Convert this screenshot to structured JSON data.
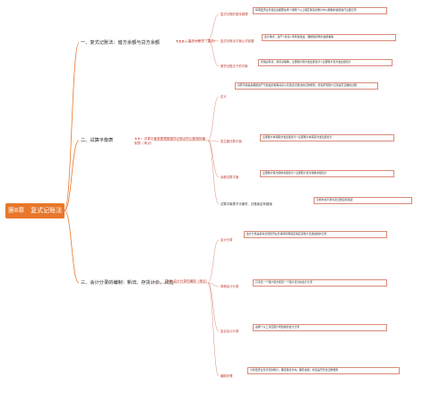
{
  "central": {
    "title": "第8章　复式记账法"
  },
  "sections": [
    {
      "title": "一、复式记账法：借方余额与贷方余额",
      "importance": "★★★☆ 复式记账法（重点）",
      "subs": [
        {
          "label": "复式记账的基本原理",
          "leaf": "每项经济业务发生后都要在两个或两个以上相互联系的账户中以相等的金额进行全面记录"
        },
        {
          "label": "复式记账法平衡公式依据",
          "leaf": "会计等式：资产=负债+所有者权益，确保借贷两方金额相等"
        },
        {
          "label": "借贷记账法下的平衡",
          "leaf": "有借必有贷，借贷必相等；全部账户借方发生额合计=全部账户贷方发生额合计"
        }
      ]
    },
    {
      "title": "二、试算平衡表",
      "importance": "★★☆ 试算平衡表是根据借贷记账法的记账规则编制的（考点）",
      "subs": [
        {
          "label": "定义",
          "leaf": "试算平衡是指根据资产与权益的恒等关系以及借贷记账法的记账规则，检查所有账户记录是否正确的过程"
        },
        {
          "label": "发生额试算平衡",
          "leaf": "全部账户本期借方发生额合计=全部账户本期贷方发生额合计"
        },
        {
          "label": "余额试算平衡",
          "leaf": "全部账户借方期末余额合计=全部账户贷方期末余额合计"
        },
        {
          "label": "试算平衡表不平衡时，记账肯定有错误",
          "leaf": "平衡时也不能肯定记账没有错误"
        }
      ]
    },
    {
      "title": "三、会计分录的编制：新旧、存货计价、风险",
      "importance": "★★ 会计分录的编制（难点）",
      "subs": [
        {
          "label": "会计分录",
          "leaf": "会计分录是指对某项经济业务事项标明其应借应贷账户及其金额的记录"
        },
        {
          "label": "简单会计分录",
          "leaf": "只涉及一个账户借方和另一个账户贷方的会计分录"
        },
        {
          "label": "复合会计分录",
          "leaf": "由两个以上对应账户所组成的会计分录"
        },
        {
          "label": "编制步骤",
          "leaf": "分析经济业务涉及的账户；确定借贷方向；确定金额；检查是否符合记账规则"
        }
      ]
    }
  ]
}
